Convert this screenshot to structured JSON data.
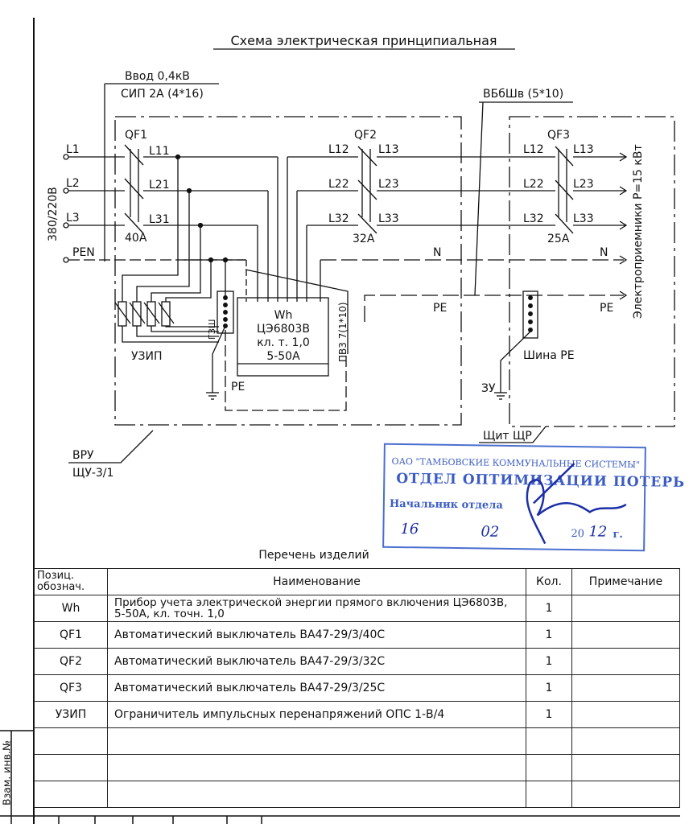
{
  "title": "Схема электрическая принципиальная",
  "input": {
    "label": "Ввод 0,4кВ",
    "cable": "СИП 2А (4*16)",
    "voltage": "380/220В"
  },
  "phases": [
    "L1",
    "L2",
    "L3",
    "PEN"
  ],
  "qf1": {
    "name": "QF1",
    "outs": [
      "L11",
      "L21",
      "L31"
    ],
    "rating": "40А"
  },
  "qf2": {
    "name": "QF2",
    "ins": [
      "L12",
      "L22",
      "L32"
    ],
    "outs": [
      "L13",
      "L23",
      "L33"
    ],
    "rating": "32А"
  },
  "qf3": {
    "name": "QF3",
    "ins": [
      "L12",
      "L22",
      "L32"
    ],
    "outs": [
      "L13",
      "L23",
      "L33"
    ],
    "rating": "25А"
  },
  "meter": {
    "name": "Wh",
    "model": "ЦЭ6803В",
    "class": "кл. т. 1,0",
    "range": "5-50А"
  },
  "cable_meter": "ПВ3 7(1*10)",
  "cable_out": "ВБбШв (5*10)",
  "labels": {
    "uzip": "УЗИП",
    "gzsh": "ГЗШ",
    "pe": "PE",
    "n": "N",
    "pe_bus": "Шина PE",
    "zu": "ЗУ",
    "consumers": "Электроприемники Р=15 кВт"
  },
  "vru": {
    "name": "ВРУ",
    "type": "ЩУ-3/1"
  },
  "shr": {
    "name": "Щит ЩР"
  },
  "stamp": {
    "org": "ОАО \"ТАМБОВСКИЕ КОММУНАЛЬНЫЕ СИСТЕМЫ\"",
    "dept": "ОТДЕЛ ОПТИМИЗАЦИИ ПОТЕРЬ",
    "position": "Начальник отдела",
    "day": "16",
    "month": "02",
    "year_prefix": "20",
    "year": "12",
    "year_suffix": "г."
  },
  "spec": {
    "title": "Перечень изделий",
    "headers": [
      "Позиц. обознач.",
      "Наименование",
      "Кол.",
      "Примечание"
    ],
    "rows": [
      {
        "pos": "Wh",
        "name": "Прибор учета электрической энергии прямого включения ЦЭ6803В, 5-50А, кл. точн. 1,0",
        "qty": "1"
      },
      {
        "pos": "QF1",
        "name": "Автоматический выключатель ВА47-29/3/40С",
        "qty": "1"
      },
      {
        "pos": "QF2",
        "name": "Автоматический выключатель ВА47-29/3/32С",
        "qty": "1"
      },
      {
        "pos": "QF3",
        "name": "Автоматический выключатель ВА47-29/3/25С",
        "qty": "1"
      },
      {
        "pos": "УЗИП",
        "name": "Ограничитель импульсных перенапряжений ОПС 1-В/4",
        "qty": "1"
      }
    ]
  },
  "side_label": "Взам. инв.№"
}
